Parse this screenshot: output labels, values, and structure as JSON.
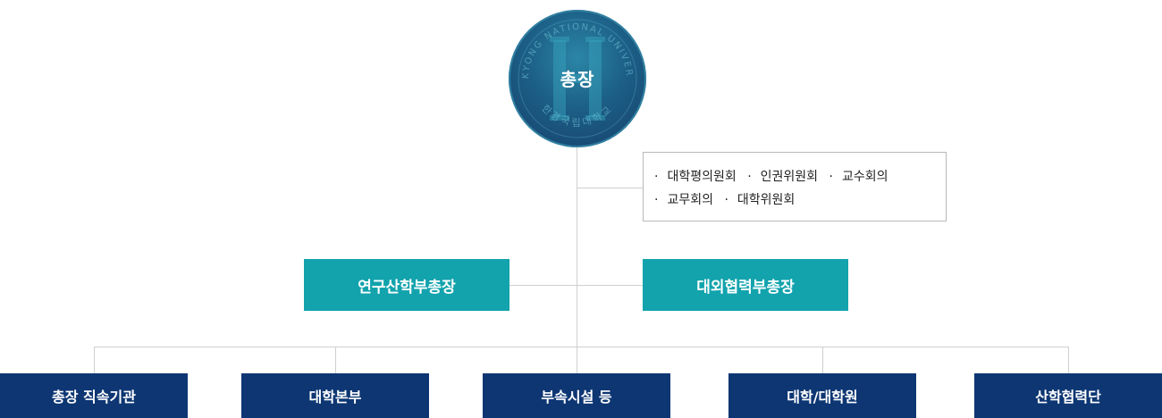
{
  "president": {
    "title": "총장",
    "emblem_text_top": "HANKYONG NATIONAL UNIVERSITY",
    "emblem_text_bottom": "한경국립대학교"
  },
  "committees": {
    "row1": [
      "대학평의원회",
      "인권위원회",
      "교수회의"
    ],
    "row2": [
      "교무회의",
      "대학위원회"
    ]
  },
  "vice_presidents": {
    "left": "연구산학부총장",
    "right": "대외협력부총장"
  },
  "units": [
    "총장 직속기관",
    "대학본부",
    "부속시설 등",
    "대학/대학원",
    "산학협력단"
  ],
  "colors": {
    "teal": "#12a3ad",
    "navy": "#0d3673",
    "emblem": "#1c5f86",
    "line": "#cfcfcf"
  }
}
